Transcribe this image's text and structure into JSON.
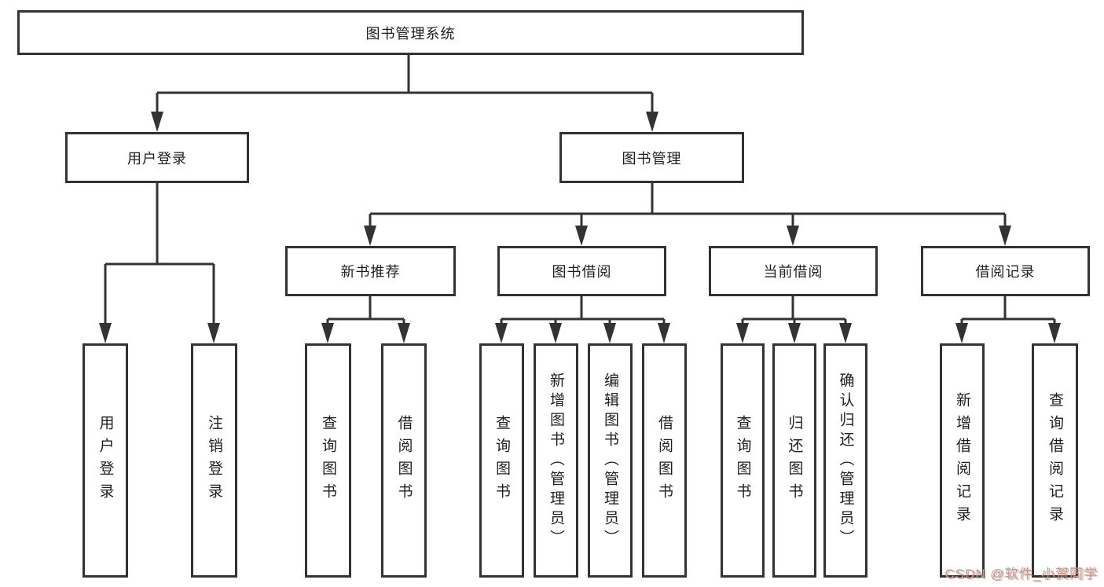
{
  "diagram": {
    "title": "图书管理系统",
    "root": {
      "label": "图书管理系统"
    },
    "level2": {
      "user_login": {
        "label": "用户登录"
      },
      "book_mgmt": {
        "label": "图书管理"
      }
    },
    "level3": {
      "new_rec": {
        "label": "新书推荐"
      },
      "borrow": {
        "label": "图书借阅"
      },
      "current": {
        "label": "当前借阅"
      },
      "records": {
        "label": "借阅记录"
      }
    },
    "leaves": {
      "user_login": [
        "用户登录",
        "注销登录"
      ],
      "new_rec": [
        "查询图书",
        "借阅图书"
      ],
      "borrow": [
        "查询图书",
        "新增图书（管理员）",
        "编辑图书（管理员）",
        "借阅图书"
      ],
      "current": [
        "查询图书",
        "归还图书",
        "确认归还（管理员）"
      ],
      "records": [
        "新增借阅记录",
        "查询借阅记录"
      ]
    }
  },
  "watermark": {
    "text": "CSDN @软件_小贺同学"
  },
  "colors": {
    "line": "#333333",
    "text": "#1f1f1f",
    "background": "#ffffff",
    "watermark": "#a6a6a6",
    "watermark_shadow": "#fc5531"
  }
}
